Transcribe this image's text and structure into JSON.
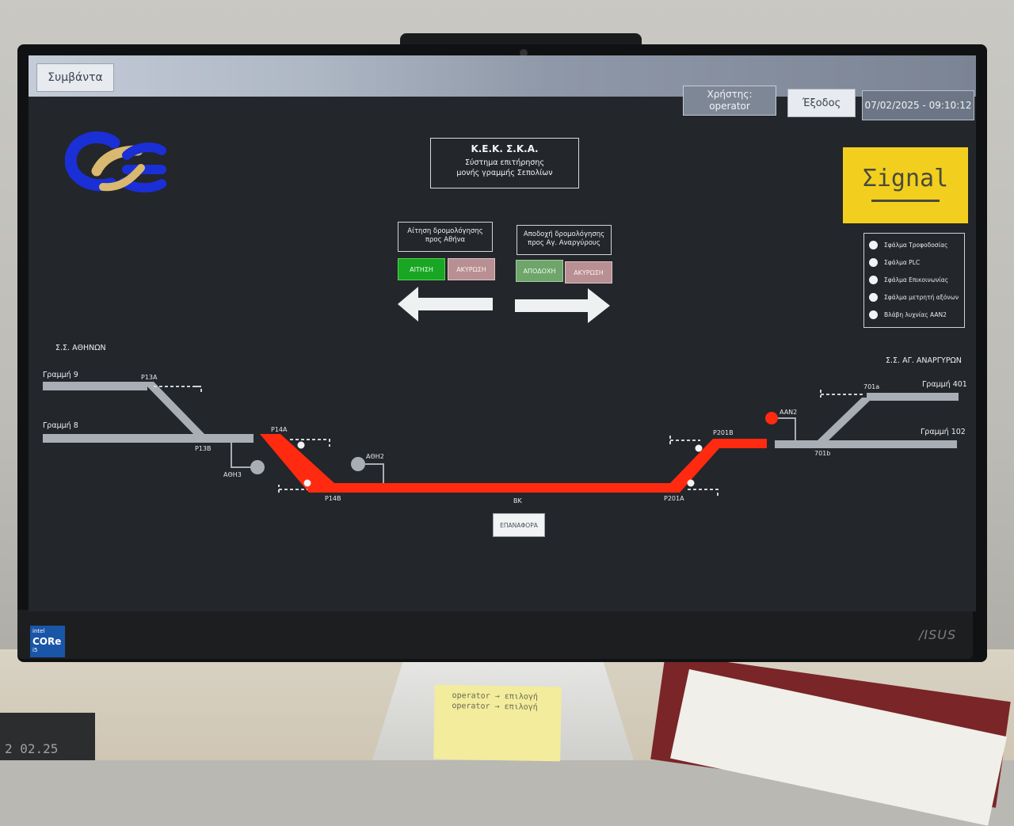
{
  "header": {
    "events_button": "Συμβάντα",
    "user_label": "Χρήστης:",
    "user_name": "operator",
    "exit_button": "Έξοδος",
    "datetime": "07/02/2025 - 09:10:12"
  },
  "title": {
    "line1": "Κ.Ε.Κ. Σ.Κ.Α.",
    "line2": "Σύστημα επιτήρησης",
    "line3": "μονής γραμμής Σεπολίων"
  },
  "brand": {
    "signal_logo_text": "Σignal"
  },
  "routing": {
    "request": {
      "label": "Αίτηση δρομολόγησης προς Αθήνα",
      "primary_button": "ΑΙΤΗΣΗ",
      "cancel_button": "ΑΚΥΡΩΣΗ",
      "arrow_icon": "arrow-left-icon"
    },
    "accept": {
      "label": "Αποδοχή δρομολόγησης προς Αγ. Αναργύρους",
      "primary_button": "ΑΠΟΔΟΧΗ",
      "cancel_button": "ΑΚΥΡΩΣΗ",
      "arrow_icon": "arrow-right-icon"
    }
  },
  "alarms": [
    "Σφάλμα Τροφοδοσίας",
    "Σφάλμα PLC",
    "Σφάλμα Επικοινωνίας",
    "Σφάλμα μετρητή αξόνων",
    "Βλάβη λυχνίας AAN2"
  ],
  "track": {
    "station_left": "Σ.Σ. ΑΘΗΝΩΝ",
    "station_right": "Σ.Σ. ΑΓ. ΑΝΑΡΓΥΡΩΝ",
    "line_9": "Γραμμή 9",
    "line_8": "Γραμμή 8",
    "line_401": "Γραμμή 401",
    "line_102": "Γραμμή 102",
    "switch_p13a": "P13A",
    "switch_p13b": "P13B",
    "switch_p14a": "P14A",
    "switch_p14b": "P14B",
    "switch_p201a": "P201A",
    "switch_p201b": "P201B",
    "switch_701a": "701a",
    "switch_701b": "701b",
    "signal_ath3": "ΑΘΗ3",
    "signal_ath2": "ΑΘΗ2",
    "signal_aan2": "AAN2",
    "block_section": "BK",
    "reset_button": "ΕΠΑΝΑΦΟΡΑ"
  },
  "hardware": {
    "intel_top": "intel",
    "intel_core": "CORe",
    "intel_tier": "i5",
    "monitor_brand": "/ISUS",
    "clock_display": "2 02.25",
    "sticky_note_line1": "operator → επιλογή",
    "sticky_note_line2": "operator → επιλογή"
  },
  "colors": {
    "screen_bg": "#23262b",
    "track_gray": "#a9aeb5",
    "route_red": "#ff2a10",
    "button_green": "#19a624",
    "signal_yellow": "#f2cf1e",
    "logo_blue": "#1a2fd6",
    "logo_gold": "#d9b870"
  }
}
